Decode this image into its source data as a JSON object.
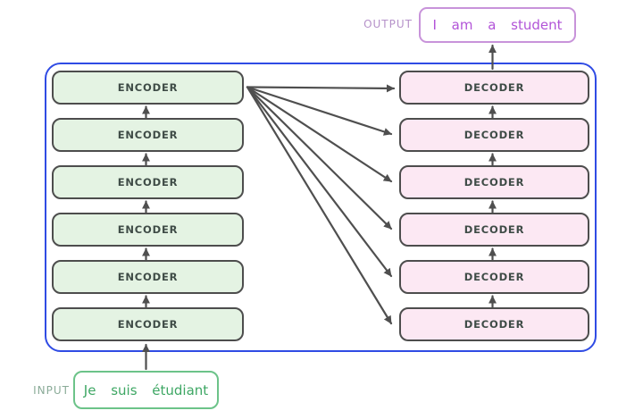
{
  "diagram": {
    "description": "Transformer encoder-decoder stack"
  },
  "encoder_stack": {
    "labels": [
      "ENCODER",
      "ENCODER",
      "ENCODER",
      "ENCODER",
      "ENCODER",
      "ENCODER"
    ]
  },
  "decoder_stack": {
    "labels": [
      "DECODER",
      "DECODER",
      "DECODER",
      "DECODER",
      "DECODER",
      "DECODER"
    ]
  },
  "output": {
    "caption": "OUTPUT",
    "sentence": "I am a student"
  },
  "input": {
    "caption": "INPUT",
    "sentence": "Je suis étudiant"
  },
  "colors": {
    "container-border": "#2f4be4",
    "box-border": "#4d4d4d",
    "box-text": "#3f4c47",
    "encoder-fill": "#e4f3e3",
    "decoder-fill": "#fce8f3",
    "arrow": "#4f4f4f",
    "output-border": "#c893da",
    "output-text": "#b254d8",
    "output-caption": "#b591c9",
    "input-border": "#6cc389",
    "input-text": "#3ea764",
    "input-caption": "#8aab98"
  }
}
